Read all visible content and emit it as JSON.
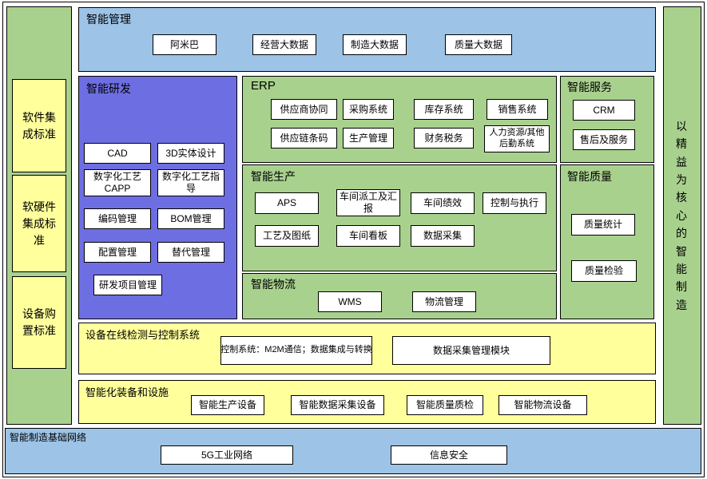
{
  "colors": {
    "blue": "#9DC3E6",
    "green": "#A9D18E",
    "purple": "#6E6EE3",
    "yellow": "#FFFF9C"
  },
  "standards": {
    "items": [
      "软件集成标准",
      "软硬件集成标准",
      "设备购置标准"
    ]
  },
  "lean": {
    "label": "以精益为核心的智能制造"
  },
  "management": {
    "title": "智能管理",
    "items": [
      "阿米巴",
      "经营大数据",
      "制造大数据",
      "质量大数据"
    ]
  },
  "rd": {
    "title": "智能研发",
    "items": [
      "CAD",
      "3D实体设计",
      "数字化工艺CAPP",
      "数字化工艺指导",
      "编码管理",
      "BOM管理",
      "配置管理",
      "替代管理",
      "研发项目管理"
    ]
  },
  "erp": {
    "title": "ERP",
    "items": [
      "供应商协同",
      "采购系统",
      "库存系统",
      "销售系统",
      "供应链条码",
      "生产管理",
      "财务税务",
      "人力资源/其他后勤系统"
    ]
  },
  "production": {
    "title": "智能生产",
    "items": [
      "APS",
      "车间派工及汇报",
      "车间绩效",
      "控制与执行",
      "工艺及图纸",
      "车间看板",
      "数据采集"
    ]
  },
  "logistics": {
    "title": "智能物流",
    "items": [
      "WMS",
      "物流管理"
    ]
  },
  "service": {
    "title": "智能服务",
    "items": [
      "CRM",
      "售后及服务"
    ]
  },
  "quality": {
    "title": "智能质量",
    "items": [
      "质量统计",
      "质量检验"
    ]
  },
  "monitoring": {
    "title": "设备在线检测与控制系统",
    "items": [
      "控制系统：M2M通信；数据集成与转换",
      "数据采集管理模块"
    ]
  },
  "equipment": {
    "title": "智能化装备和设施",
    "items": [
      "智能生产设备",
      "智能数据采集设备",
      "智能质量质检",
      "智能物流设备"
    ]
  },
  "network": {
    "title": "智能制造基础网络",
    "items": [
      "5G工业网络",
      "信息安全"
    ]
  }
}
